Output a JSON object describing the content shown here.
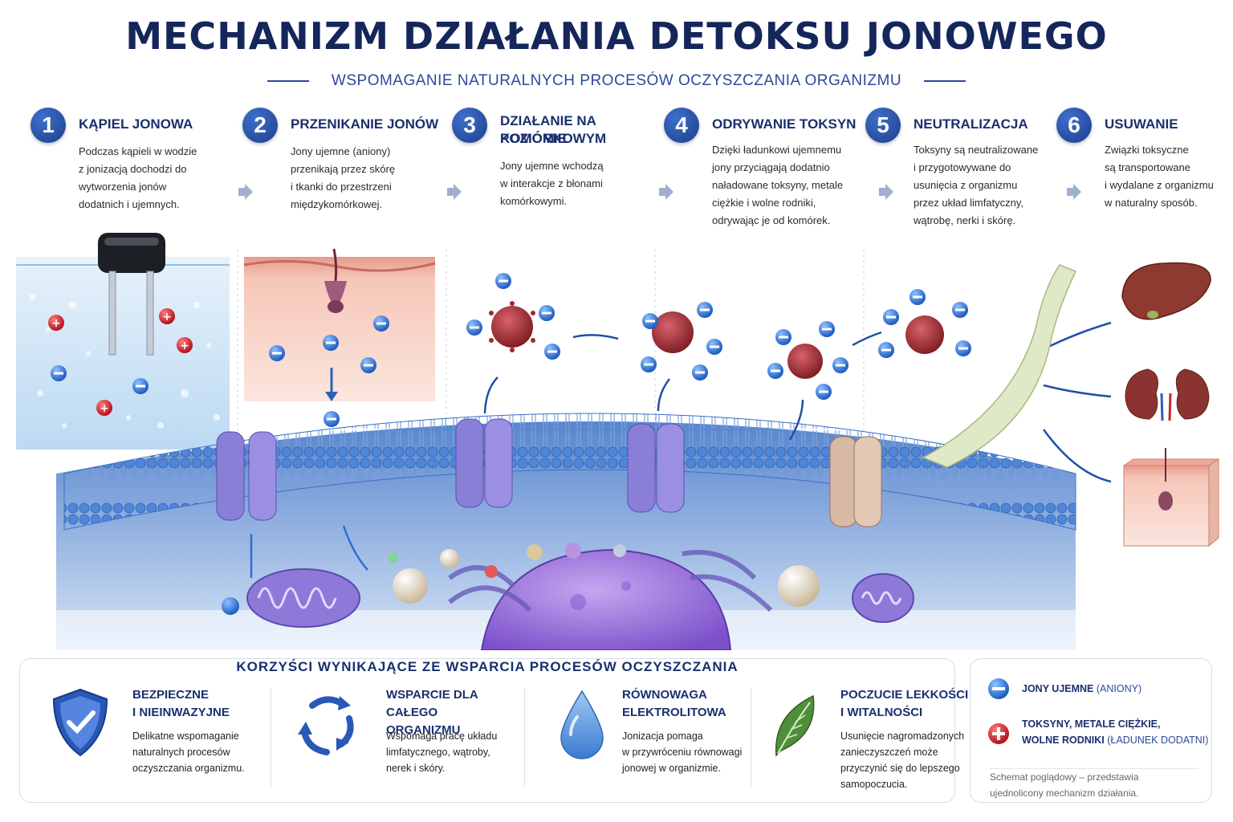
{
  "header": {
    "title": "MECHANIZM DZIAŁANIA DETOKSU JONOWEGO",
    "subtitle": "WSPOMAGANIE NATURALNYCH PROCESÓW OCZYSZCZANIA ORGANIZMU"
  },
  "steps": [
    {
      "number": "1",
      "title": "KĄPIEL JONOWA",
      "lines": [
        "Podczas kąpieli w wodzie",
        "z jonizacją dochodzi do",
        "wytworzenia jonów",
        "dodatnich i ujemnych."
      ]
    },
    {
      "number": "2",
      "title": "PRZENIKANIE JONÓW",
      "lines": [
        "Jony ujemne (aniony)",
        "przenikają przez skórę",
        "i tkanki do przestrzeni",
        "międzykomórkowej."
      ]
    },
    {
      "number": "3",
      "title_lines": [
        "DZIAŁANIE NA POZIOMIE",
        "KOMÓRKOWYM"
      ],
      "lines": [
        "Jony ujemne wchodzą",
        "w interakcje z błonami",
        "komórkowymi."
      ]
    },
    {
      "number": "4",
      "title": "ODRYWANIE TOKSYN",
      "lines": [
        "Dzięki ładunkowi ujemnemu",
        "jony przyciągają dodatnio",
        "naładowane toksyny, metale",
        "ciężkie i wolne rodniki,",
        "odrywając je od komórek."
      ]
    },
    {
      "number": "5",
      "title": "NEUTRALIZACJA",
      "lines": [
        "Toksyny są neutralizowane",
        "i przygotowywane do",
        "usunięcia z organizmu",
        "przez układ limfatyczny,",
        "wątrobę, nerki i skórę."
      ]
    },
    {
      "number": "6",
      "title": "USUWANIE",
      "lines": [
        "Związki toksyczne",
        "są transportowane",
        "i wydalane z organizmu",
        "w naturalny sposób."
      ]
    }
  ],
  "benefits": {
    "title": "KORZYŚCI WYNIKAJĄCE ZE WSPARCIA PROCESÓW OCZYSZCZANIA",
    "items": [
      {
        "icon": "shield-check-icon",
        "head": [
          "BEZPIECZNE",
          "I NIEINWAZYJNE"
        ],
        "text": [
          "Delikatne wspomaganie",
          "naturalnych procesów",
          "oczyszczania organizmu."
        ]
      },
      {
        "icon": "cycle-arrows-icon",
        "head": [
          "WSPARCIE DLA",
          "CAŁEGO ORGANIZMU"
        ],
        "text": [
          "Wspomaga pracę układu",
          "limfatycznego, wątroby,",
          "nerek i skóry."
        ]
      },
      {
        "icon": "water-drop-icon",
        "head": [
          "RÓWNOWAGA",
          "ELEKTROLITOWA"
        ],
        "text": [
          "Jonizacja pomaga",
          "w przywróceniu równowagi",
          "jonowej w organizmie."
        ]
      },
      {
        "icon": "leaf-icon",
        "head": [
          "POCZUCIE LEKKOŚCI",
          "I WITALNOŚCI"
        ],
        "text": [
          "Usunięcie nagromadzonych",
          "zanieczyszczeń może",
          "przyczynić się do lepszego",
          "samopoczucia."
        ]
      }
    ]
  },
  "legend": {
    "neg_label": "JONY UJEMNE",
    "neg_note": "(ANIONY)",
    "pos_line1": "TOKSYNY, METALE CIĘŻKIE,",
    "pos_line2": "WOLNE RODNIKI",
    "pos_note": "(ŁADUNEK DODATNI)",
    "note_lines": [
      "Schemat poglądowy – przedstawia",
      "ujednolicony mechanizm działania."
    ]
  },
  "colors": {
    "title": "#14265a",
    "accent_blue": "#2b4a9a",
    "negative_ion": "#2e6fd1",
    "positive_ion": "#d21e2a",
    "toxin": "#a4262c",
    "membrane": "#5b8fe0",
    "channel": "#8a7fd6"
  }
}
